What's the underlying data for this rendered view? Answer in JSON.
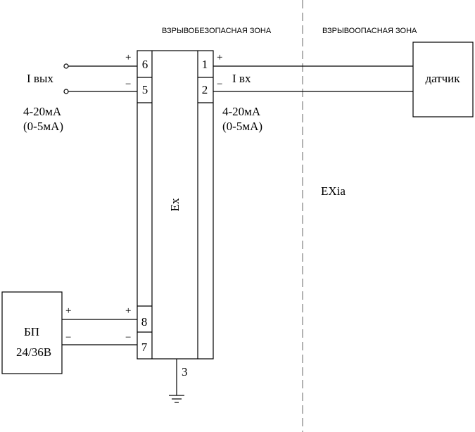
{
  "zones": {
    "safe": "ВЗРЫВОБЕЗОПАСНАЯ ЗОНА",
    "hazardous": "ВЗРЫВООПАСНАЯ ЗОНА"
  },
  "module": {
    "label": "Ex",
    "ground_terminal": "3"
  },
  "terminals": {
    "left": [
      "6",
      "5",
      "8",
      "7"
    ],
    "right": [
      "1",
      "2"
    ]
  },
  "polarity": {
    "plus": "+",
    "minus": "−"
  },
  "output": {
    "label": "I вых",
    "range_main": "4-20мА",
    "range_alt": "(0-5мА)"
  },
  "input": {
    "label": "I вх",
    "range_main": "4-20мА",
    "range_alt": "(0-5мА)"
  },
  "sensor": {
    "label": "датчик"
  },
  "power_supply": {
    "label": "БП",
    "voltage": "24/36В"
  },
  "protection": {
    "label": "EXia"
  }
}
